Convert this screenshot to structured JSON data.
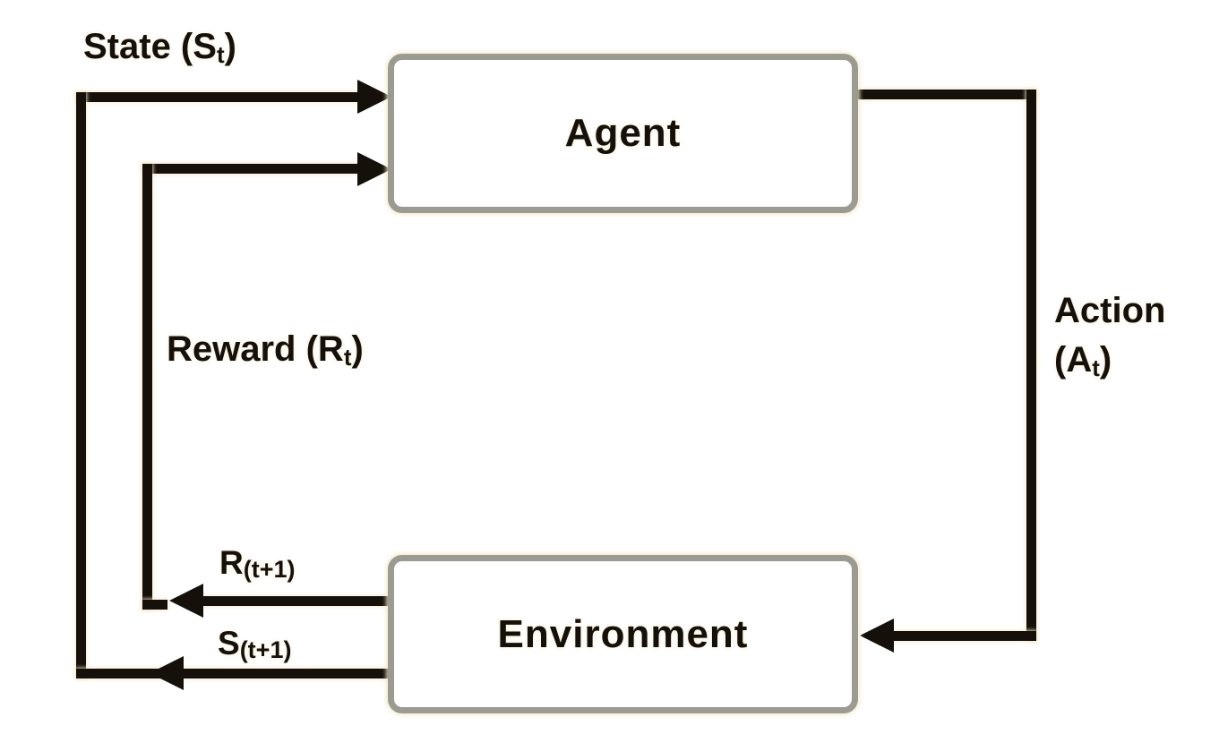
{
  "diagram": {
    "type": "reinforcement-learning-loop",
    "background_color": "#ffffff",
    "colors": {
      "line": "#15100a",
      "text": "#15100a",
      "box_border": "#9b9b92",
      "box_fill": "#ffffff",
      "stroke_halo": "#f5e9cb"
    },
    "nodes": {
      "agent": {
        "label": "Agent"
      },
      "environment": {
        "label": "Environment"
      }
    },
    "labels": {
      "state": {
        "main": "State (S",
        "sub": "t",
        "close": ")"
      },
      "reward": {
        "main": "Reward (R",
        "sub": "t",
        "close": ")"
      },
      "action": {
        "line1": "Action",
        "open": "(A",
        "sub": "t",
        "close": ")"
      },
      "reward_next": {
        "main": "R",
        "sub": "(t+1)"
      },
      "state_next": {
        "main": "S",
        "sub": "(t+1)"
      }
    },
    "edges": [
      {
        "from": "environment",
        "to": "agent",
        "label": "State (St)"
      },
      {
        "from": "environment",
        "to": "agent",
        "label": "Reward (Rt)"
      },
      {
        "from": "agent",
        "to": "environment",
        "label": "Action (At)"
      },
      {
        "from": "environment",
        "to": "loop",
        "label": "R(t+1)"
      },
      {
        "from": "environment",
        "to": "loop",
        "label": "S(t+1)"
      }
    ]
  }
}
